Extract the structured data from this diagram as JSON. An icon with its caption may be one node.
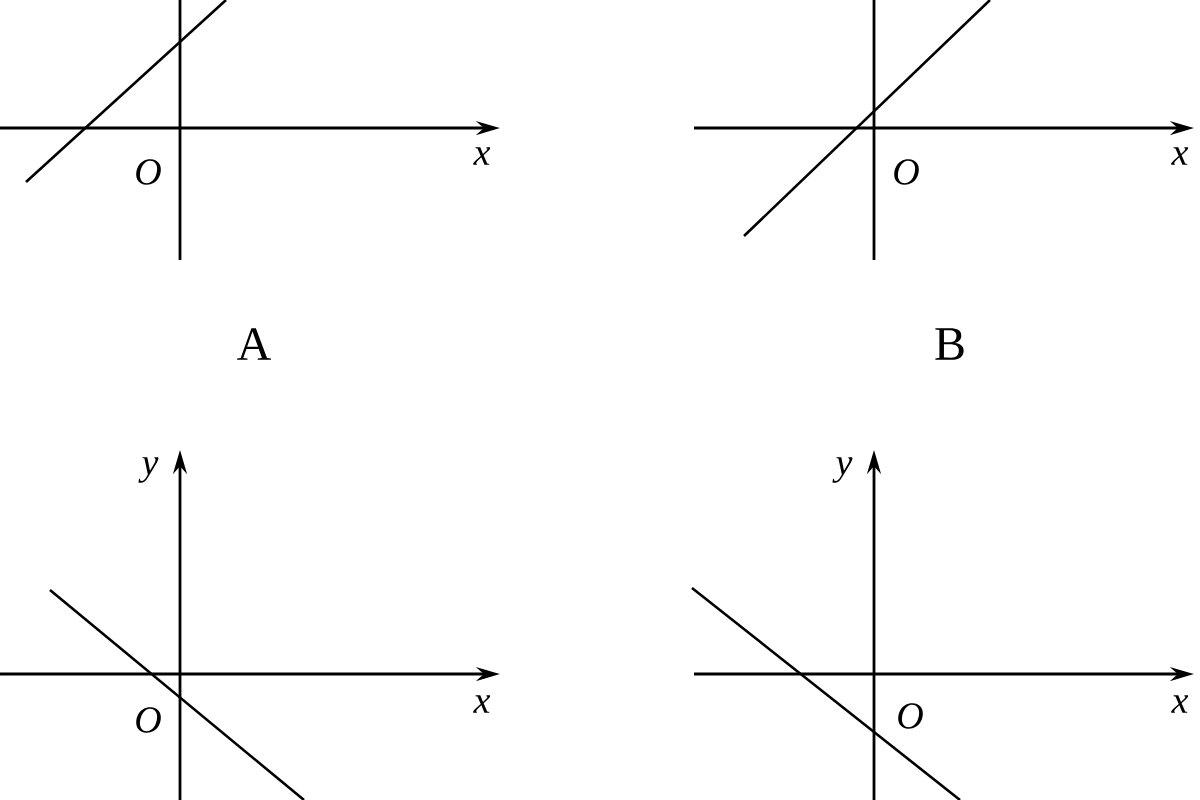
{
  "diagram": {
    "labels": [
      "O",
      "x",
      "O",
      "x",
      "A",
      "B",
      "y",
      "O",
      "x",
      "y",
      "O",
      "x"
    ]
  }
}
